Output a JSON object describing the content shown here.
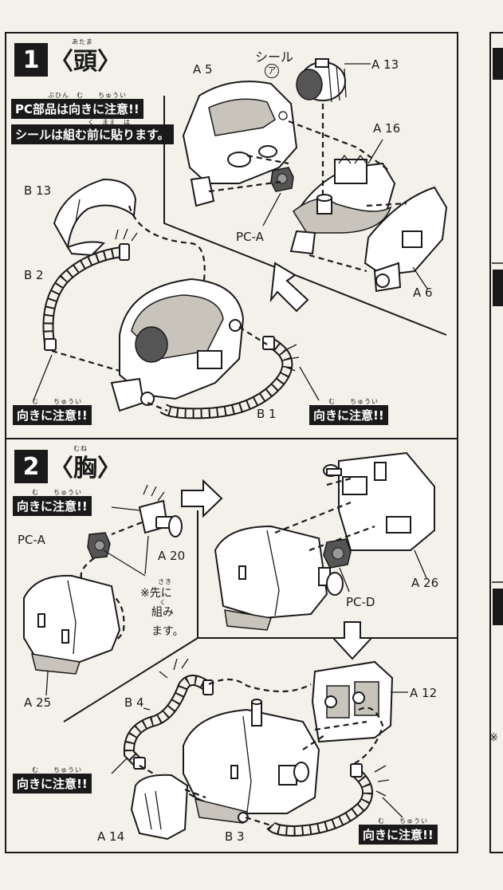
{
  "step1": {
    "number": "1",
    "title": "〈頭〉",
    "title_ruby": "あたま",
    "notice_line1": "PC部品は向きに注意!!",
    "notice_line1_ruby": "ぶひん　む　　ちゅうい",
    "notice_line2": "シールは組む前に貼ります。",
    "notice_line2_ruby": "く　まえ　は",
    "labels": {
      "a5": "A 5",
      "a13": "A 13",
      "a16": "A 16",
      "a6": "A 6",
      "b13": "B 13",
      "b2": "B 2",
      "b1": "B 1",
      "pca": "PC-A",
      "seal": "シール",
      "seal_mark": "ア"
    },
    "caution_left": "向きに注意!!",
    "caution_right": "向きに注意!!",
    "caution_ruby": "む　　ちゅうい"
  },
  "step2": {
    "number": "2",
    "title": "〈胸〉",
    "title_ruby": "むね",
    "caution_top": "向きに注意!!",
    "caution_bottom_left": "向きに注意!!",
    "caution_bottom_right": "向きに注意!!",
    "caution_ruby": "む　　ちゅうい",
    "labels": {
      "pca": "PC-A",
      "a20": "A 20",
      "a25": "A 25",
      "a26": "A 26",
      "pcd": "PC-D",
      "a12": "A 12",
      "b4": "B 4",
      "a14": "A 14",
      "b3": "B 3"
    },
    "note_line1": "※先に",
    "note_line2": "組み",
    "note_line3": "ます。",
    "note_ruby1": "さき",
    "note_ruby2": "く"
  },
  "right_edge_marks": {
    "note_mark": "※"
  }
}
